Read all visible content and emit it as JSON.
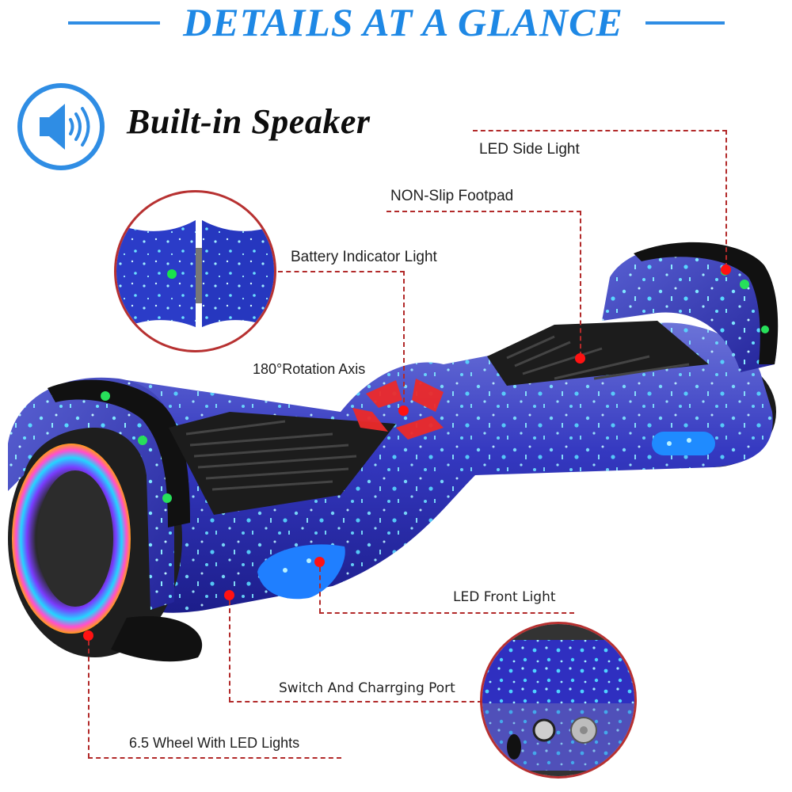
{
  "header": {
    "title": "DETAILS AT A GLANCE",
    "accent_color": "#1e88e5"
  },
  "feature": {
    "icon": "speaker-volume-icon",
    "title": "Built-in Speaker"
  },
  "callouts": [
    {
      "id": "led-side-light",
      "label": "LED Side Light"
    },
    {
      "id": "non-slip-footpad",
      "label": "NON-Slip Footpad"
    },
    {
      "id": "battery-indicator-light",
      "label": "Battery Indicator Light"
    },
    {
      "id": "rotation-axis",
      "label": "180°Rotation Axis"
    },
    {
      "id": "led-front-light",
      "label": "LED Front Light"
    },
    {
      "id": "switch-charging-port",
      "label": "Switch And Charrging Port"
    },
    {
      "id": "wheel-led-lights",
      "label": "6.5 Wheel With LED Lights"
    }
  ],
  "colors": {
    "callout_line": "#b22a2a",
    "callout_dot": "#ff1212",
    "board_blue": "#2a2fb0",
    "led_green": "#27e05a"
  }
}
